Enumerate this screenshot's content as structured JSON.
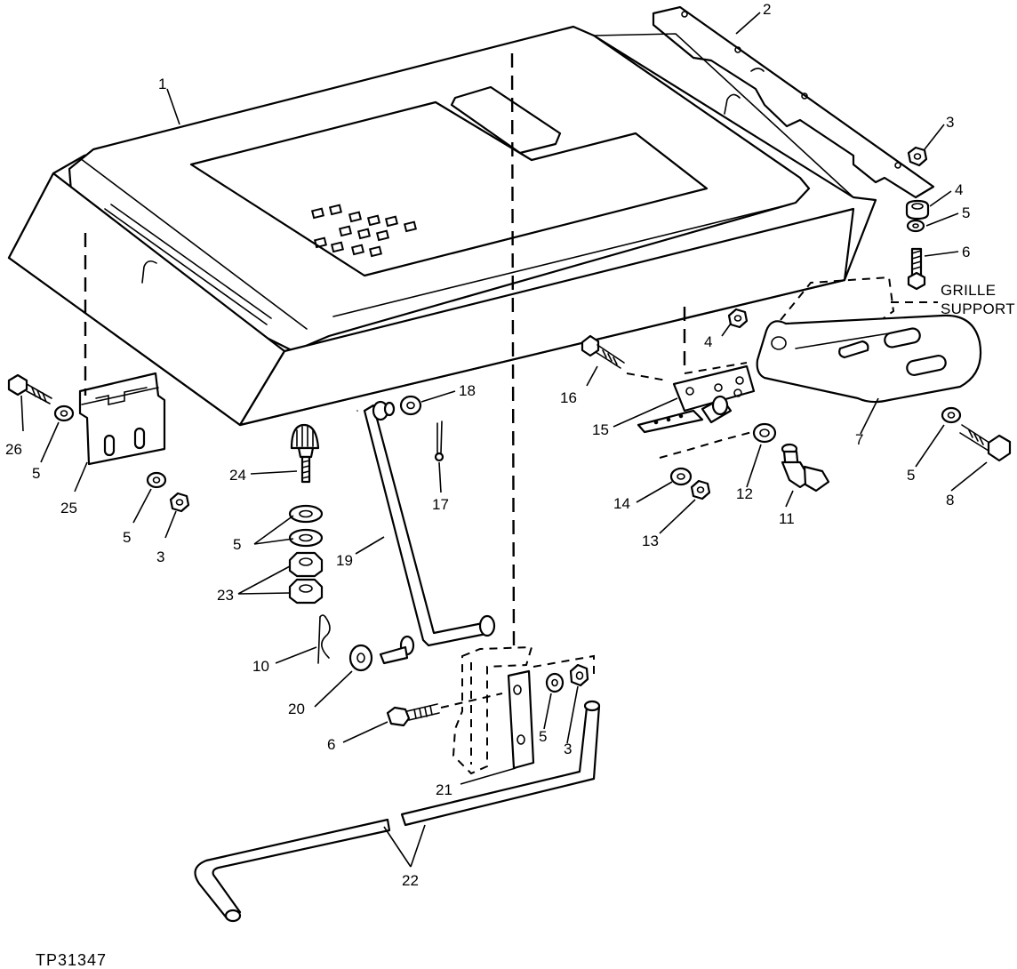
{
  "figure_ref": "TP31347",
  "support_label": [
    "GRILLE",
    "SUPPORT"
  ],
  "callouts": {
    "c1": "1",
    "c2": "2",
    "c3a": "3",
    "c4a": "4",
    "c5a": "5",
    "c6a": "6",
    "c26": "26",
    "c5b": "5",
    "c25": "25",
    "c5c": "5",
    "c3b": "3",
    "c18": "18",
    "c24": "24",
    "c17": "17",
    "c5d": "5",
    "c19": "19",
    "c23": "23",
    "c10": "10",
    "c20": "20",
    "c6b": "6",
    "c5e": "5",
    "c3c": "3",
    "c21": "21",
    "c22": "22",
    "c4b": "4",
    "c16": "16",
    "c15": "15",
    "c12": "12",
    "c11": "11",
    "c14": "14",
    "c13": "13",
    "c7": "7",
    "c5f": "5",
    "c8": "8"
  }
}
